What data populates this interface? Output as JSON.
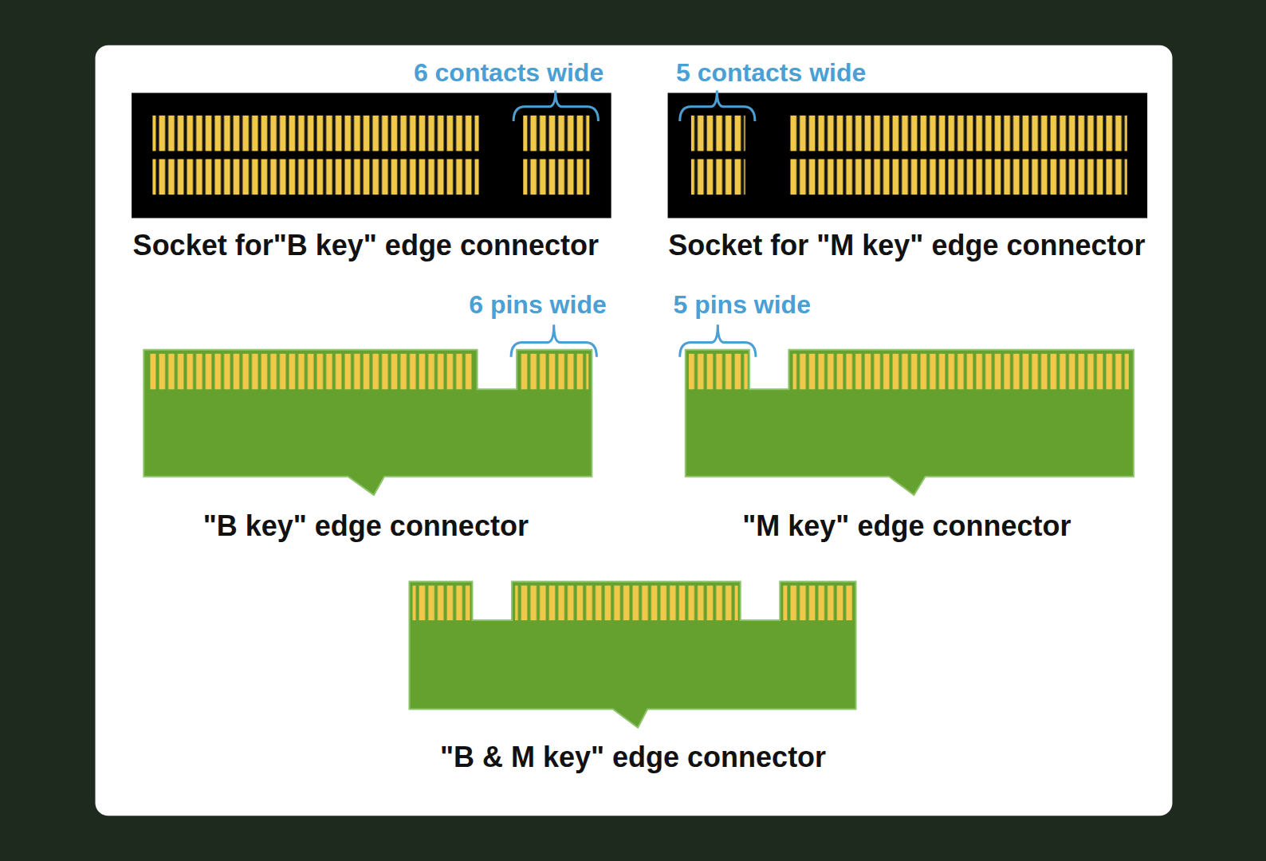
{
  "diagram": {
    "labels": [
      "6 contacts wide",
      "5 contacts wide",
      "Socket for\"B key\" edge connector",
      "Socket for \"M key\" edge connector",
      "6 pins wide",
      "5 pins wide",
      "\"B key\" edge connector",
      "\"M key\" edge connector",
      "\"B & M key\" edge connector"
    ]
  }
}
